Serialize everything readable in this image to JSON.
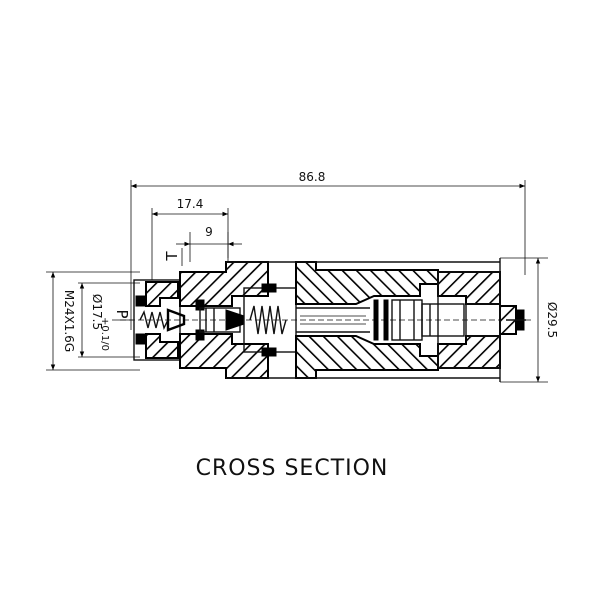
{
  "dimensions": {
    "overall_length": "86.8",
    "dim_17_4": "17.4",
    "dim_9": "9",
    "thread": "M24X1.6G",
    "bore": "Ø17.5",
    "bore_tol": "+0.1/0",
    "outer_dia": "Ø29.5"
  },
  "ports": {
    "pressure": "P",
    "tank": "T"
  },
  "caption": "CROSS SECTION"
}
